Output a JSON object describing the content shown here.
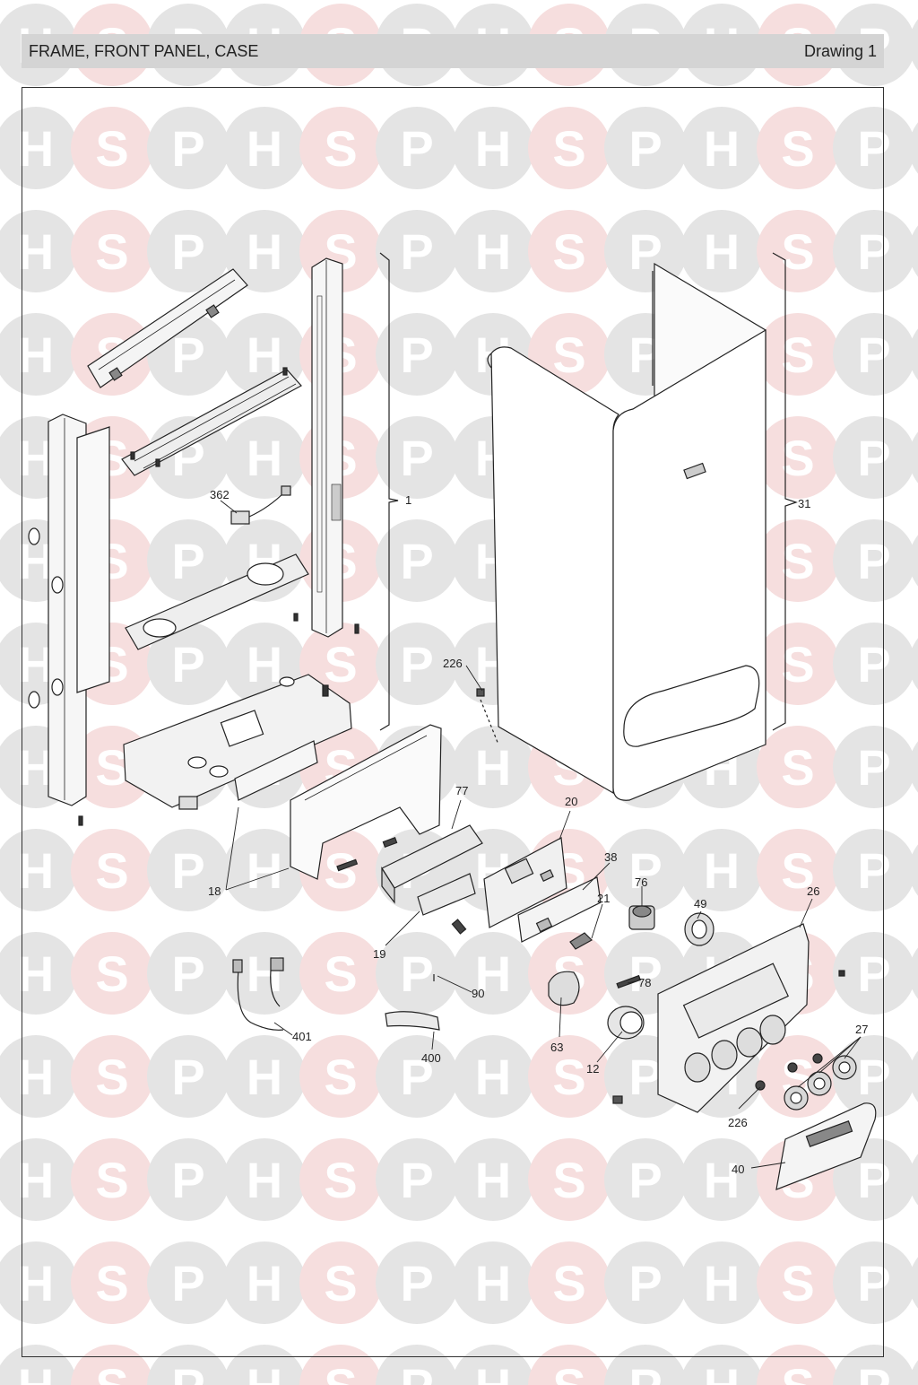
{
  "header": {
    "title": "FRAME, FRONT PANEL, CASE",
    "drawing_label": "Drawing 1"
  },
  "watermark": {
    "letters": [
      "H",
      "S",
      "P"
    ],
    "colors": {
      "grey": "#e4e4e4",
      "pink": "#f6dede",
      "letter": "#ffffff"
    }
  },
  "callouts": {
    "c1": "1",
    "c31": "31",
    "c362": "362",
    "c226a": "226",
    "c77": "77",
    "c20": "20",
    "c38": "38",
    "c76": "76",
    "c49": "49",
    "c26": "26",
    "c21": "21",
    "c18": "18",
    "c19": "19",
    "c90": "90",
    "c78": "78",
    "c401": "401",
    "c400": "400",
    "c63": "63",
    "c12": "12",
    "c27": "27",
    "c226b": "226",
    "c40": "40"
  }
}
